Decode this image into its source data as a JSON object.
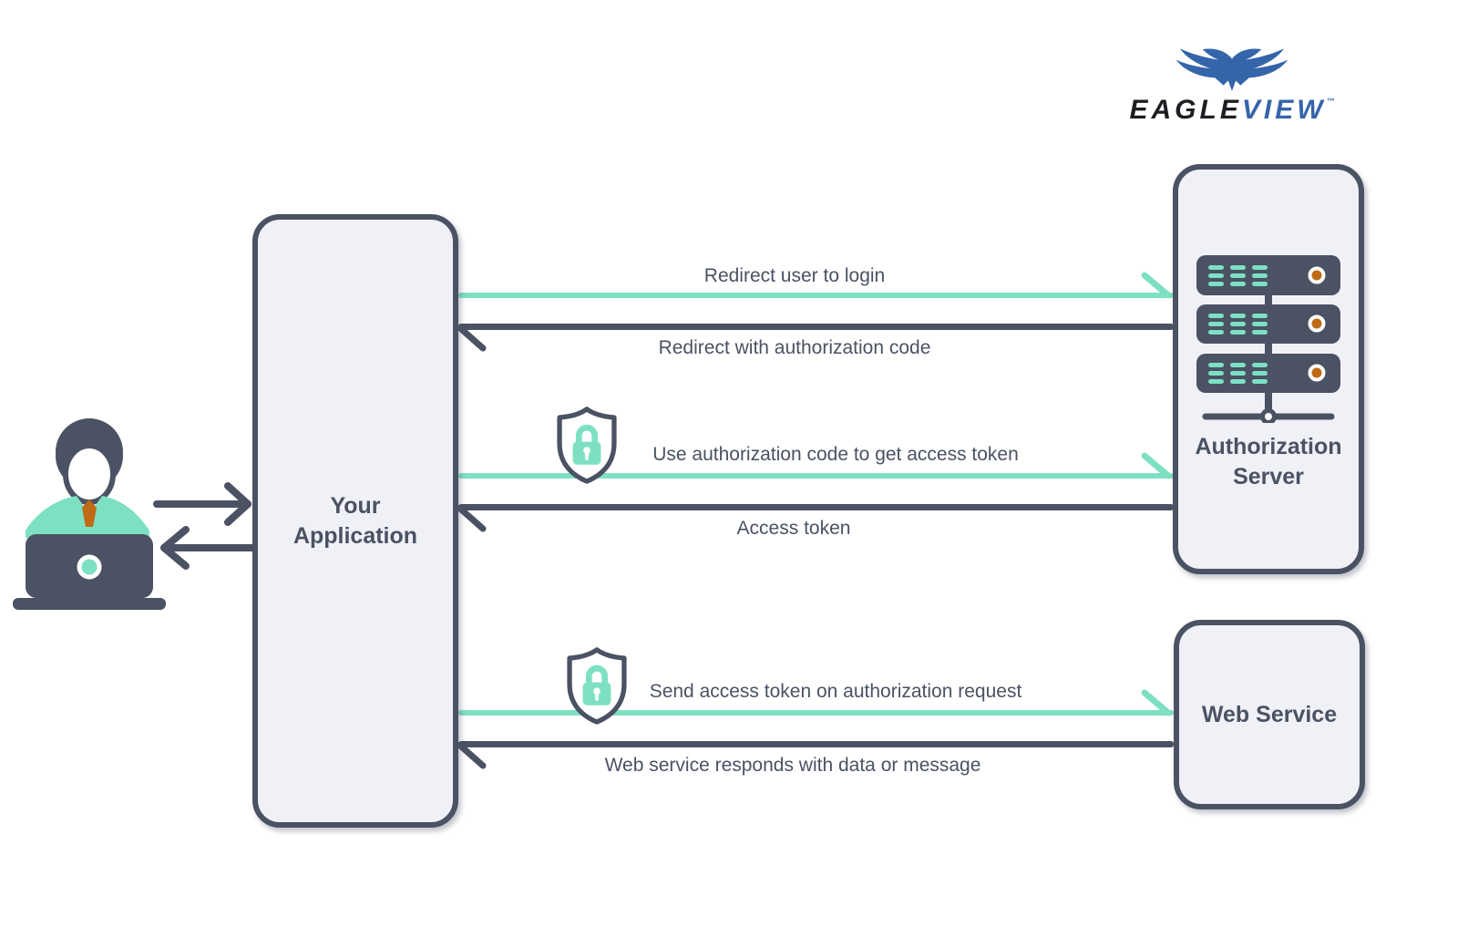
{
  "brand": {
    "word_dark": "EAGLE",
    "word_blue": "VIEW",
    "trademark": "™"
  },
  "nodes": {
    "application": {
      "line1": "Your",
      "line2": "Application"
    },
    "authorization_server": {
      "line1": "Authorization",
      "line2": "Server"
    },
    "web_service": {
      "title": "Web Service"
    }
  },
  "flows": [
    {
      "label": "Redirect user to login",
      "direction": "right",
      "style": "teal",
      "secure": false
    },
    {
      "label": "Redirect with authorization code",
      "direction": "left",
      "style": "dark",
      "secure": false
    },
    {
      "label": "Use authorization code to get access token",
      "direction": "right",
      "style": "teal",
      "secure": true
    },
    {
      "label": "Access token",
      "direction": "left",
      "style": "dark",
      "secure": false
    },
    {
      "label": "Send access token on authorization request",
      "direction": "right",
      "style": "teal",
      "secure": true
    },
    {
      "label": "Web service responds with data or message",
      "direction": "left",
      "style": "dark",
      "secure": false
    }
  ],
  "colors": {
    "slate": "#4A5263",
    "teal": "#7EE0C3",
    "orange": "#C06A15",
    "logo_blue": "#3565A9",
    "logo_dark": "#1D1E22",
    "node_fill": "#F0F1F7",
    "background": "#FFFFFF"
  }
}
